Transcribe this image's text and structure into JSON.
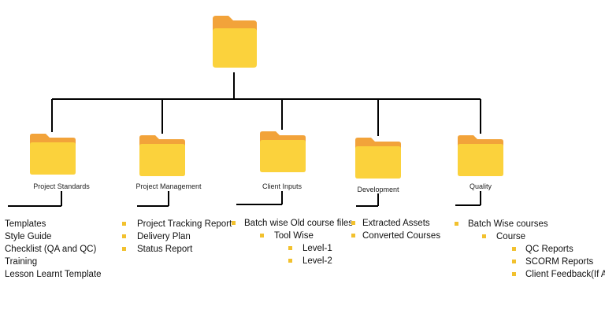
{
  "colors": {
    "folder_front": "#fbd23c",
    "folder_back": "#f2a33a",
    "bullet": "#f2c12e",
    "line": "#000000"
  },
  "root": {
    "icon": "folder-icon"
  },
  "categories": [
    {
      "label": "Project Standards",
      "icon": "folder-icon",
      "items": [
        "Templates",
        "Style Guide",
        "Checklist (QA and QC)",
        "Training",
        "Lesson Learnt Template"
      ]
    },
    {
      "label": "Project Management",
      "icon": "folder-icon",
      "items": [
        "Project Tracking Report",
        "Delivery Plan",
        "Status Report"
      ]
    },
    {
      "label": "Client Inputs",
      "icon": "folder-icon",
      "items": [
        "Batch wise Old course files",
        "Tool Wise",
        "Level-1",
        "Level-2"
      ]
    },
    {
      "label": "Development",
      "icon": "folder-icon",
      "items": [
        "Extracted Assets",
        "Converted Courses"
      ]
    },
    {
      "label": "Quality",
      "icon": "folder-icon",
      "items": [
        "Batch Wise courses",
        "Course",
        "QC Reports",
        "SCORM Reports",
        "Client Feedback(If Any)"
      ]
    }
  ]
}
